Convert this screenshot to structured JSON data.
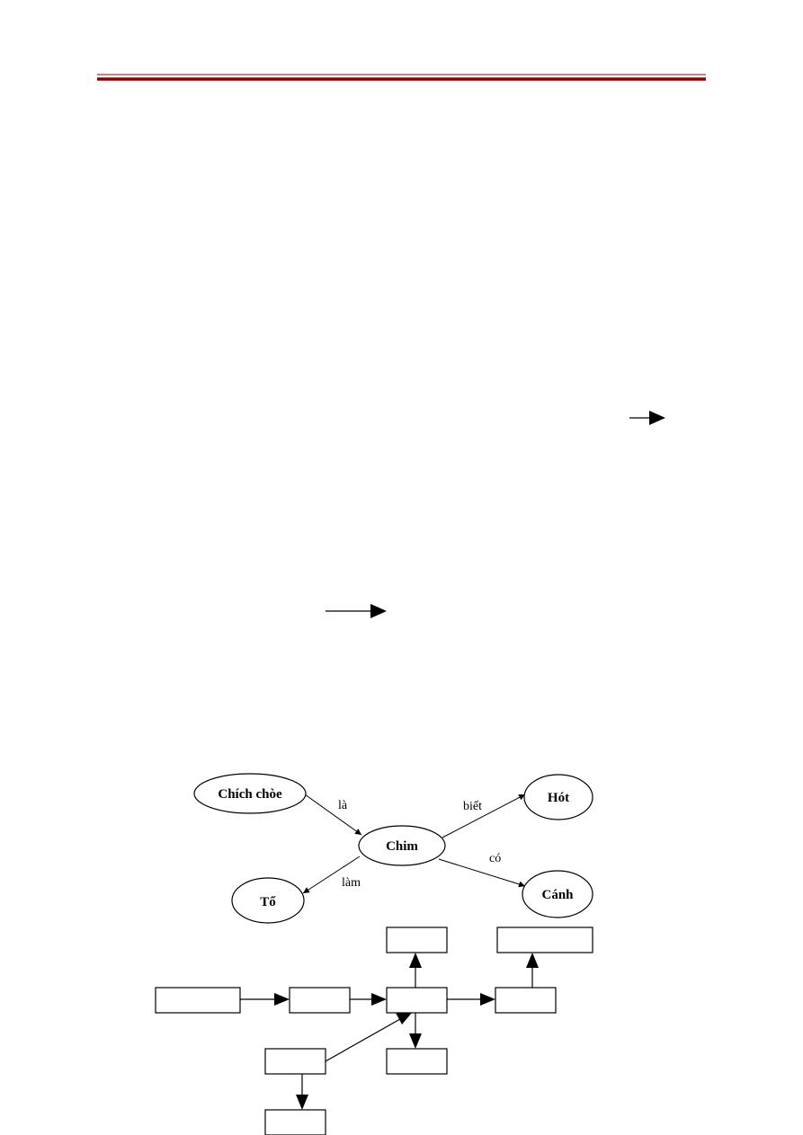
{
  "colors": {
    "header_rule": "#8b0000",
    "stroke": "#000000",
    "background": "#ffffff"
  },
  "semantic_network": {
    "nodes": {
      "chich_choe": "Chích chòe",
      "chim": "Chim",
      "hot": "Hót",
      "canh": "Cánh",
      "to": "Tổ"
    },
    "edges": {
      "la": "là",
      "biet": "biết",
      "co": "có",
      "lam": "làm"
    }
  }
}
